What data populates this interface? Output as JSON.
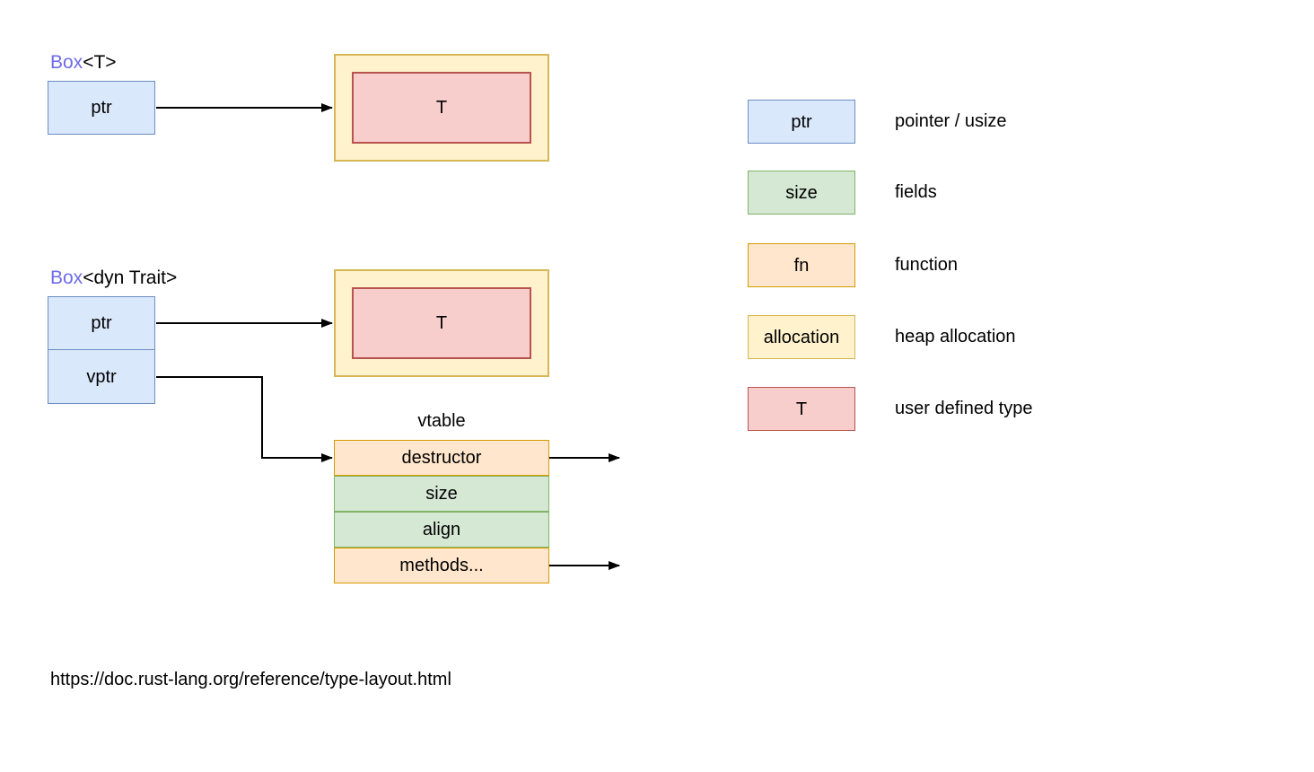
{
  "palette": {
    "pointer_fill": "#DAE8FC",
    "pointer_border": "#6C8EBF",
    "field_fill": "#D5E8D4",
    "field_border": "#82B366",
    "function_fill": "#FFE6CC",
    "function_border": "#D79B00",
    "allocation_fill": "#FFF2CC",
    "allocation_border": "#D6B656",
    "user_type_fill": "#F8CECC",
    "user_type_border": "#B85450",
    "box_keyword_color": "#6E6BE8",
    "connector_color": "#000000"
  },
  "diagram": {
    "box_t": {
      "title_keyword": "Box",
      "title_suffix": "<T>",
      "ptr_label": "ptr",
      "heap_label": "T"
    },
    "box_dyn_trait": {
      "title_keyword": "Box",
      "title_suffix": "<dyn Trait>",
      "ptr_label": "ptr",
      "vptr_label": "vptr",
      "heap_label": "T"
    },
    "vtable": {
      "title": "vtable",
      "rows": [
        {
          "label": "destructor",
          "kind": "fn",
          "has_pointer_out": true
        },
        {
          "label": "size",
          "kind": "field",
          "has_pointer_out": false
        },
        {
          "label": "align",
          "kind": "field",
          "has_pointer_out": false
        },
        {
          "label": "methods...",
          "kind": "fn",
          "has_pointer_out": true
        }
      ]
    }
  },
  "legend": {
    "items": [
      {
        "swatch_label": "ptr",
        "color": "blue",
        "description": "pointer / usize"
      },
      {
        "swatch_label": "size",
        "color": "green",
        "description": "fields"
      },
      {
        "swatch_label": "fn",
        "color": "orange",
        "description": "function"
      },
      {
        "swatch_label": "allocation",
        "color": "yellow",
        "description": "heap allocation"
      },
      {
        "swatch_label": "T",
        "color": "red",
        "description": "user defined type"
      }
    ]
  },
  "footer": {
    "url": "https://doc.rust-lang.org/reference/type-layout.html"
  }
}
